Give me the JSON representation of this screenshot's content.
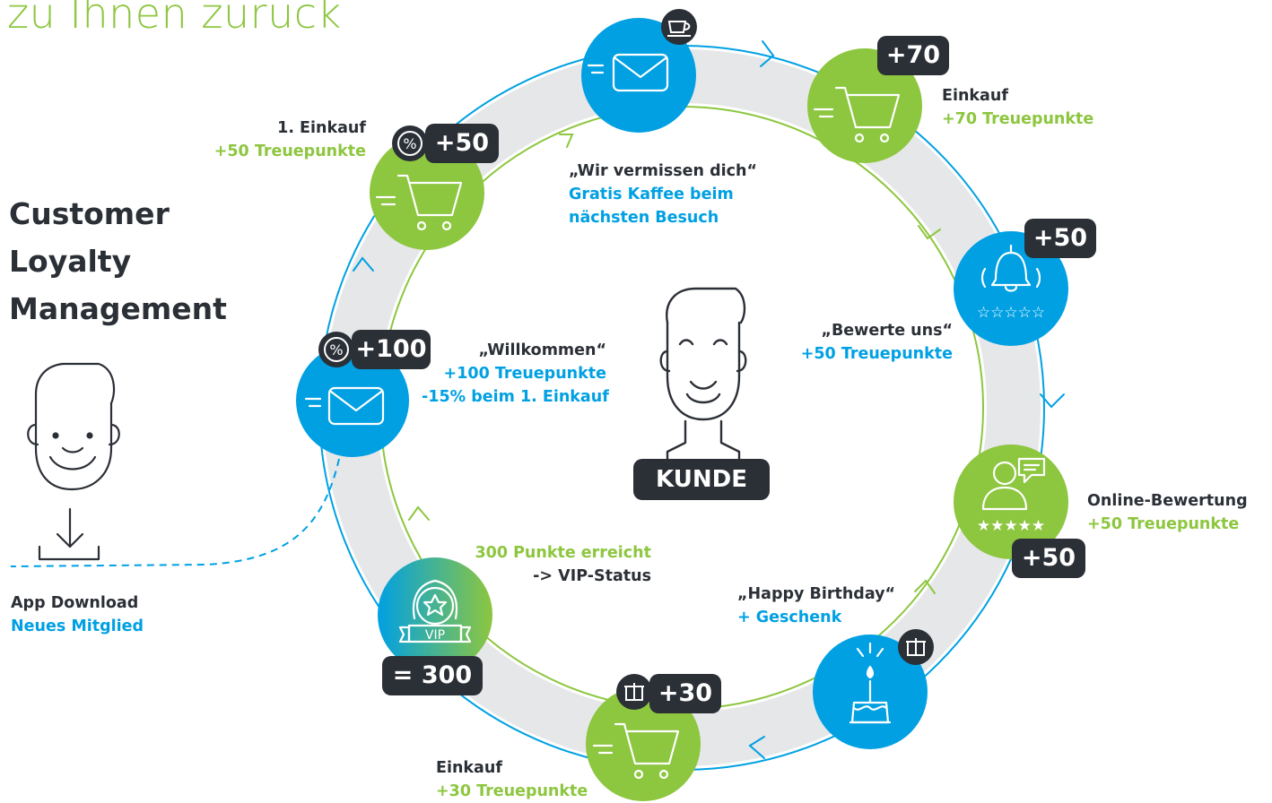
{
  "headline": "zu Ihnen zurück",
  "title": {
    "line1": "Customer",
    "line2": "Loyalty",
    "line3": "Management"
  },
  "app_download": {
    "line1": "App Download",
    "line2": "Neues Mitglied"
  },
  "center": {
    "label": "KUNDE"
  },
  "steps": {
    "willkommen": {
      "badge": "+100",
      "line1": "„Willkommen“",
      "line2": "+100 Treuepunkte",
      "line3": "-15% beim 1. Einkauf"
    },
    "einkauf1": {
      "badge": "+50",
      "line1": "1. Einkauf",
      "line2": "+50 Treuepunkte"
    },
    "vermissen": {
      "line1": "„Wir vermissen dich“",
      "line2": "Gratis Kaffee beim",
      "line3": "nächsten Besuch"
    },
    "einkauf70": {
      "badge": "+70",
      "line1": "Einkauf",
      "line2": "+70 Treuepunkte"
    },
    "bewerte": {
      "badge": "+50",
      "line1": "„Bewerte uns“",
      "line2": "+50 Treuepunkte"
    },
    "online": {
      "badge": "+50",
      "line1": "Online-Bewertung",
      "line2": "+50 Treuepunkte"
    },
    "birthday": {
      "line1": "„Happy Birthday“",
      "line2": "+ Geschenk"
    },
    "einkauf30": {
      "badge": "+30",
      "line1": "Einkauf",
      "line2": "+30 Treuepunkte"
    },
    "vip": {
      "badge": "= 300",
      "vip_text": "VIP",
      "line1": "300 Punkte erreicht",
      "line2": "-> VIP-Status"
    }
  },
  "colors": {
    "green": "#8dc63f",
    "blue": "#00a0e3",
    "dark": "#2b2f36",
    "ring": "#e6e7e8"
  }
}
